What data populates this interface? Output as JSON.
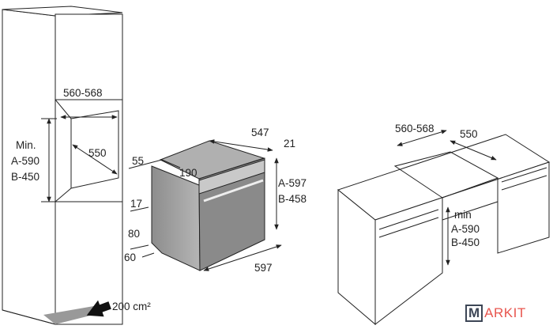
{
  "column_unit": {
    "niche_width": "560-568",
    "niche_depth": "550",
    "niche_height_label": "Min.",
    "niche_height_a": "A-590",
    "niche_height_b": "B-450",
    "vent_area": "200 cm²"
  },
  "oven": {
    "depth": "547",
    "front_offset": "21",
    "side_offset": "55",
    "cable": "190",
    "height_a": "A-597",
    "height_b": "B-458",
    "width": "597",
    "d17": "17",
    "d80": "80",
    "d60": "60"
  },
  "base_unit": {
    "niche_width": "560-568",
    "niche_depth": "550",
    "height_label": "min",
    "height_a": "A-590",
    "height_b": "B-450"
  },
  "watermark": {
    "box": "M",
    "rest": "ARKIT"
  }
}
